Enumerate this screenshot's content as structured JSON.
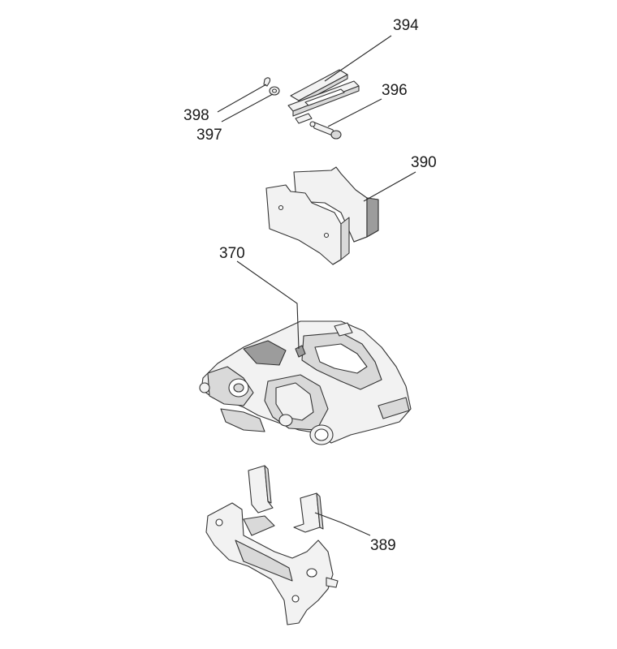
{
  "diagram": {
    "callouts": {
      "c394": "394",
      "c396": "396",
      "c398": "398",
      "c397": "397",
      "c390": "390",
      "c370": "370",
      "c389": "389"
    }
  }
}
